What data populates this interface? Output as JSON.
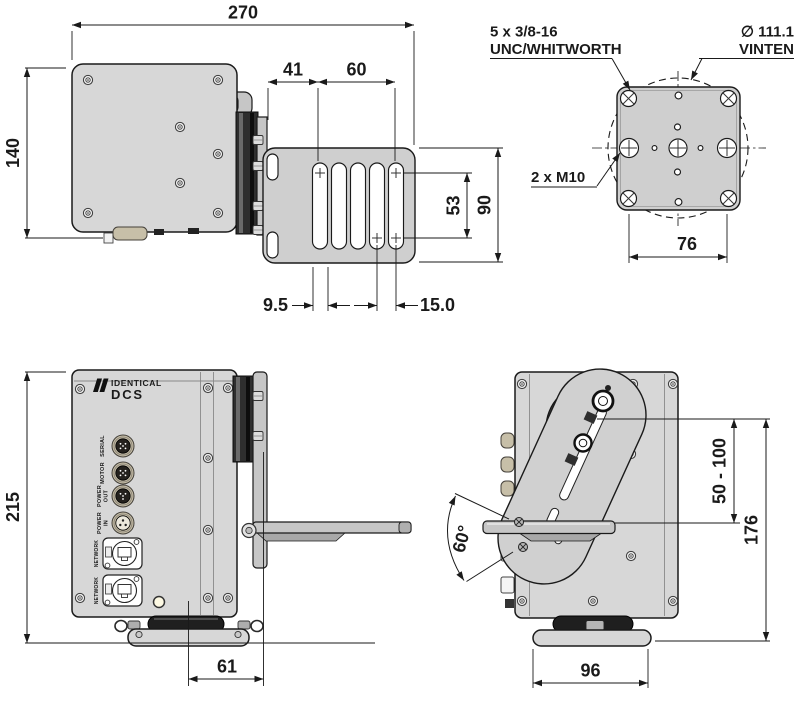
{
  "brand": {
    "name": "IDENTICAL",
    "product": "DCS"
  },
  "views": {
    "top": {
      "dims": {
        "overall_width": "270",
        "overall_height": "140",
        "plate_offset": "41",
        "slot_span": "60",
        "hole_span": "53",
        "plate_height": "90",
        "slot_width": "9.5",
        "slot_pitch": "15.0"
      }
    },
    "base": {
      "callouts": {
        "unc_line1": "5 x 3/8-16",
        "unc_line2": "UNC/WHITWORTH",
        "dia_line1": "∅ 111.1",
        "dia_line2": "VINTEN",
        "m10": "2 x M10"
      },
      "dims": {
        "hole_spacing": "76"
      }
    },
    "front": {
      "dims": {
        "overall_height": "215",
        "base_offset": "61"
      },
      "connectors": [
        {
          "label": [
            "SERIAL"
          ]
        },
        {
          "label": [
            "MOTOR"
          ]
        },
        {
          "label": [
            "POWER",
            "OUT"
          ]
        },
        {
          "label": [
            "POWER",
            "IN"
          ]
        },
        {
          "label": [
            "NETWORK"
          ]
        },
        {
          "label": [
            "NETWORK"
          ]
        }
      ]
    },
    "side": {
      "dims": {
        "camera_height_range": "50 - 100",
        "overall_height": "176",
        "tilt_angle": "60°",
        "base_width": "96"
      }
    }
  },
  "colors": {
    "line": "#1a1a1a",
    "bodyFill": "#d7d7d7",
    "plateFill": "#cfcfcf",
    "metalFill": "#c6c6c6",
    "darkFill": "#2e2e2e",
    "beige": "#c7bfa8",
    "baseFill": "#d2d2d2",
    "white": "#ffffff"
  }
}
